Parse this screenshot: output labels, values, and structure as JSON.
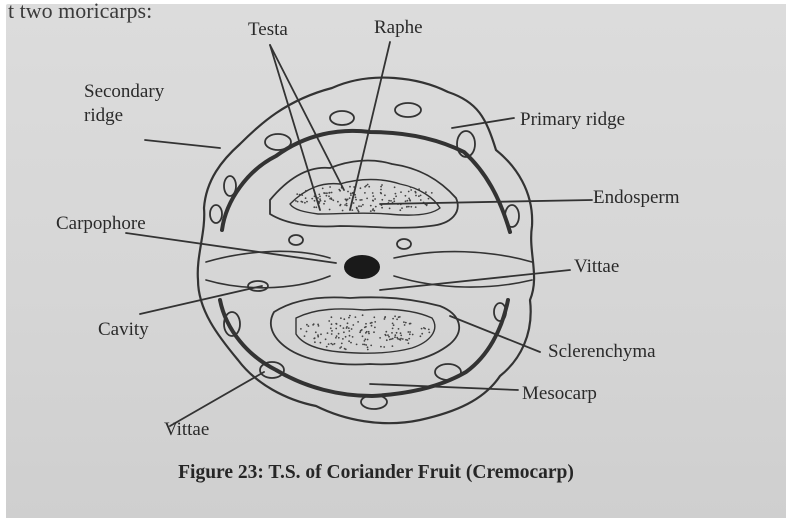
{
  "header_fragment": "t two moricarps:",
  "labels": {
    "testa": "Testa",
    "raphe": "Raphe",
    "secondary_ridge": "Secondary\nridge",
    "primary_ridge": "Primary ridge",
    "endosperm": "Endosperm",
    "carpophore": "Carpophore",
    "vittae_right": "Vittae",
    "cavity": "Cavity",
    "sclerenchyma": "Sclerenchyma",
    "mesocarp": "Mesocarp",
    "vittae_left": "Vittae"
  },
  "caption": "Figure 23: T.S. of Coriander Fruit (Cremocarp)"
}
